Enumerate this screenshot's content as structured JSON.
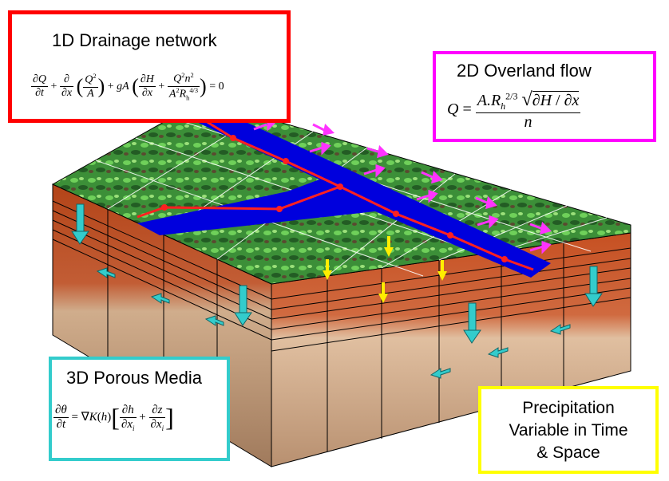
{
  "drainage": {
    "title": "1D Drainage network",
    "equation": "∂Q/∂t + ∂/∂x (Q²/A) + gA (∂H/∂x + Q²n²/(A²R_h^{4/3})) = 0",
    "border_color": "#ff0000"
  },
  "overland": {
    "title": "2D Overland flow",
    "equation": "Q = A.R_h^{2/3} √(∂H / ∂x) / n",
    "border_color": "#ff00ff"
  },
  "porous": {
    "title": "3D Porous Media",
    "equation": "∂θ/∂t = ∇K(h)[∂h/∂x_i + ∂z/∂x_i]",
    "border_color": "#33cccc"
  },
  "precip": {
    "line1": "Precipitation",
    "line2": "Variable in Time",
    "line3": "& Space",
    "border_color": "#ffff00"
  },
  "colors": {
    "terrain": "#3f9a3a",
    "river": "#0000dd",
    "network": "#ff2020",
    "overland_arrow": "#ff33ff",
    "rain_arrow": "#ffee00",
    "ground_arrow": "#33cccc",
    "soil_top": "#cc5a2a",
    "soil_bottom": "#d8b898"
  }
}
